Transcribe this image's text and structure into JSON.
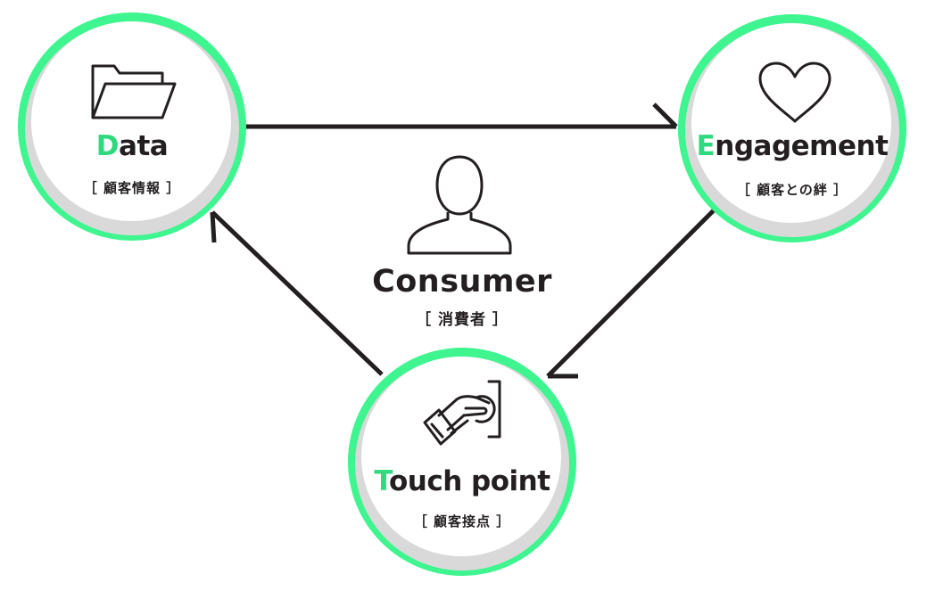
{
  "nodes": {
    "data": {
      "initial": "D",
      "rest": "ata",
      "subtitle": "［ 顧客情報 ］",
      "icon": "folder-icon"
    },
    "engagement": {
      "initial": "E",
      "rest": "ngagement",
      "subtitle": "［ 顧客との絆 ］",
      "icon": "heart-icon"
    },
    "touch_point": {
      "initial": "T",
      "rest": "ouch point",
      "subtitle": "［ 顧客接点 ］",
      "icon": "hand-card-icon"
    }
  },
  "center": {
    "title": "Consumer",
    "subtitle": "［ 消費者 ］",
    "icon": "person-icon"
  },
  "colors": {
    "accent": "#3ef58f",
    "accent_text": "#2fd97e",
    "ink": "#231f20",
    "shadow": "#d9d9d9"
  }
}
